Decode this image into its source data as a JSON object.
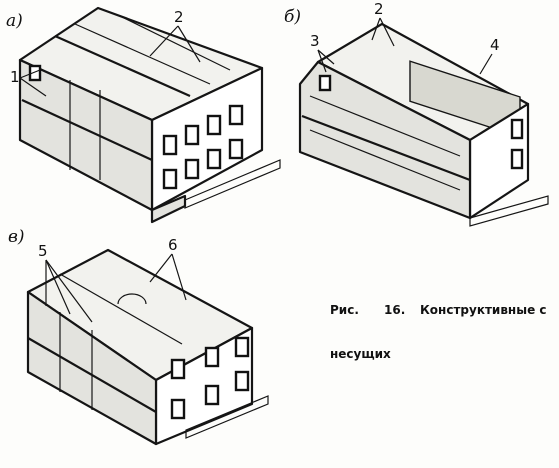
{
  "diagram": {
    "panel_labels": [
      "а)",
      "б)",
      "в)"
    ],
    "callouts": {
      "a": [
        "1",
        "2"
      ],
      "b": [
        "2",
        "3",
        "4"
      ],
      "c": [
        "5",
        "6"
      ]
    },
    "caption": {
      "prefix": "Рис.",
      "number": "16.",
      "line1_text": "Конструктивные с",
      "line2_text": "несущих"
    }
  }
}
